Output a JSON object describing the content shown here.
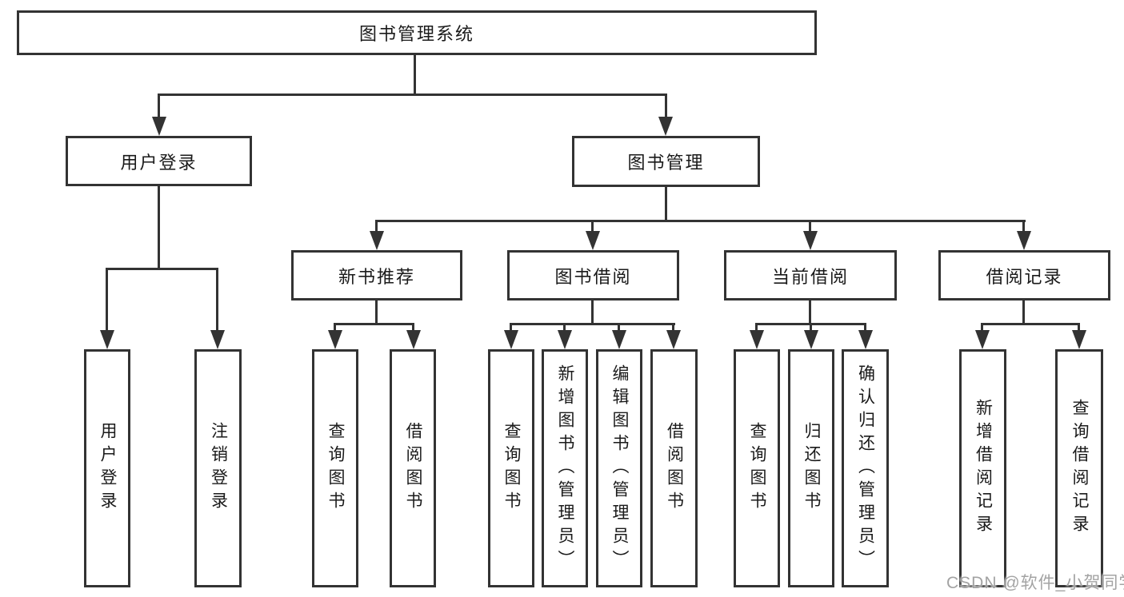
{
  "diagram": {
    "title": "图书管理系统",
    "colors": {
      "line": "#333333",
      "box_fill": "#ffffff",
      "text": "#1a1a1a",
      "watermark": "#9e9e9e"
    },
    "nodes": {
      "root": "图书管理系统",
      "user_login": "用户登录",
      "book_mgmt": "图书管理",
      "new_book_recommend": "新书推荐",
      "book_borrow": "图书借阅",
      "current_borrow": "当前借阅",
      "borrow_records": "借阅记录",
      "leaf_user_login": "用户登录",
      "leaf_logout": "注销登录",
      "leaf_nb_query_book": "查询图书",
      "leaf_nb_borrow_book": "借阅图书",
      "leaf_bb_query_book": "查询图书",
      "leaf_bb_add_book": "新增图书（管理员）",
      "leaf_bb_edit_book": "编辑图书（管理员）",
      "leaf_bb_borrow_book": "借阅图书",
      "leaf_cb_query_book": "查询图书",
      "leaf_cb_return_book": "归还图书",
      "leaf_cb_confirm_return": "确认归还（管理员）",
      "leaf_br_add_record": "新增借阅记录",
      "leaf_br_query_record": "查询借阅记录"
    },
    "watermark": "CSDN @软件_小贺同学"
  }
}
